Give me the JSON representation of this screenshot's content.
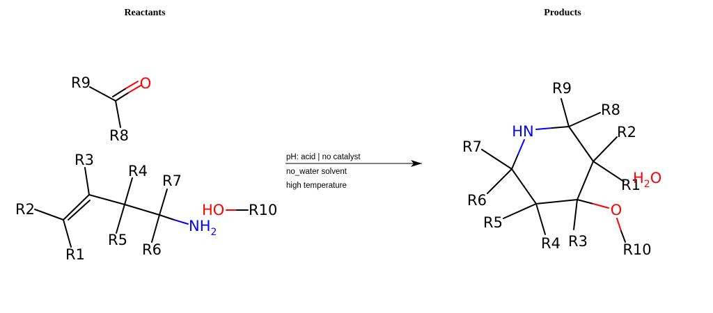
{
  "headers": {
    "reactants": "Reactants",
    "products": "Products"
  },
  "colors": {
    "carbon": "#000000",
    "nitrogen": "#0000ff",
    "oxygen": "#ff0000"
  },
  "labels": {
    "r9_a": "R9",
    "o_a": "O",
    "r8_a": "R8",
    "r3_b": "R3",
    "r4_b": "R4",
    "r7_b": "R7",
    "r2_b": "R2",
    "r1_b": "R1",
    "r5_b": "R5",
    "r6_b": "R6",
    "nh_b": "NH",
    "nh_sub": "2",
    "ho_c": "HO",
    "r10_c": "R10",
    "r9_p": "R9",
    "r8_p": "R8",
    "hn_p": "HN",
    "r7_p": "R7",
    "r2_p": "R2",
    "r1_p": "R1",
    "r6_p": "R6",
    "r5_p": "R5",
    "r4_p": "R4",
    "r3_p": "R3",
    "o_p": "O",
    "r10_p": "R10",
    "h2o_h": "H",
    "h2o_sub": "2",
    "h2o_o": "O"
  },
  "conditions": {
    "line1": "pH: acid | no catalyst",
    "line2": "no_water solvent",
    "line3": "high temperature"
  }
}
